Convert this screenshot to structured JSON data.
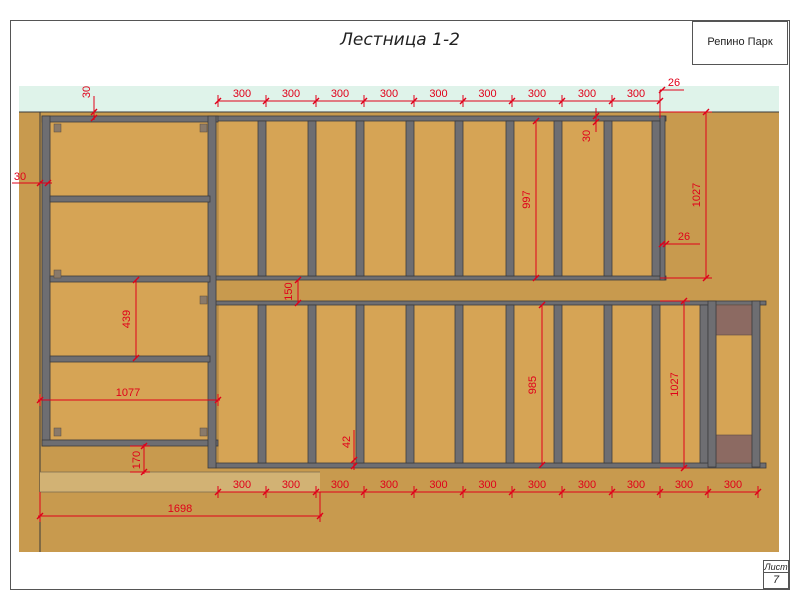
{
  "title": "Лестница 1-2",
  "project": "Репино Парк",
  "sheet": {
    "label": "Лист",
    "number": "7"
  },
  "colors": {
    "board": "#c89a4e",
    "wood": "#d6a455",
    "beam": "#6e6e72",
    "sky": "#dff3ea",
    "dimension": "#e0001a",
    "support": "#8c6a62"
  },
  "dimensions": {
    "top_spacing": [
      "300",
      "300",
      "300",
      "300",
      "300",
      "300",
      "300",
      "300",
      "300"
    ],
    "bottom_spacing": [
      "300",
      "300",
      "300",
      "300",
      "300",
      "300",
      "300",
      "300",
      "300",
      "300",
      "300"
    ],
    "offset_top": "30",
    "offset_left": "30",
    "flange": "26",
    "flange_right": "26",
    "beam_30": "30",
    "upper_depth": "997",
    "upper_total": "1027",
    "gap": "150",
    "bay_height": "439",
    "landing_width": "1077",
    "lower_depth": "985",
    "lower_total": "1027",
    "beam_42": "42",
    "step_170": "170",
    "overall_width": "1698"
  }
}
